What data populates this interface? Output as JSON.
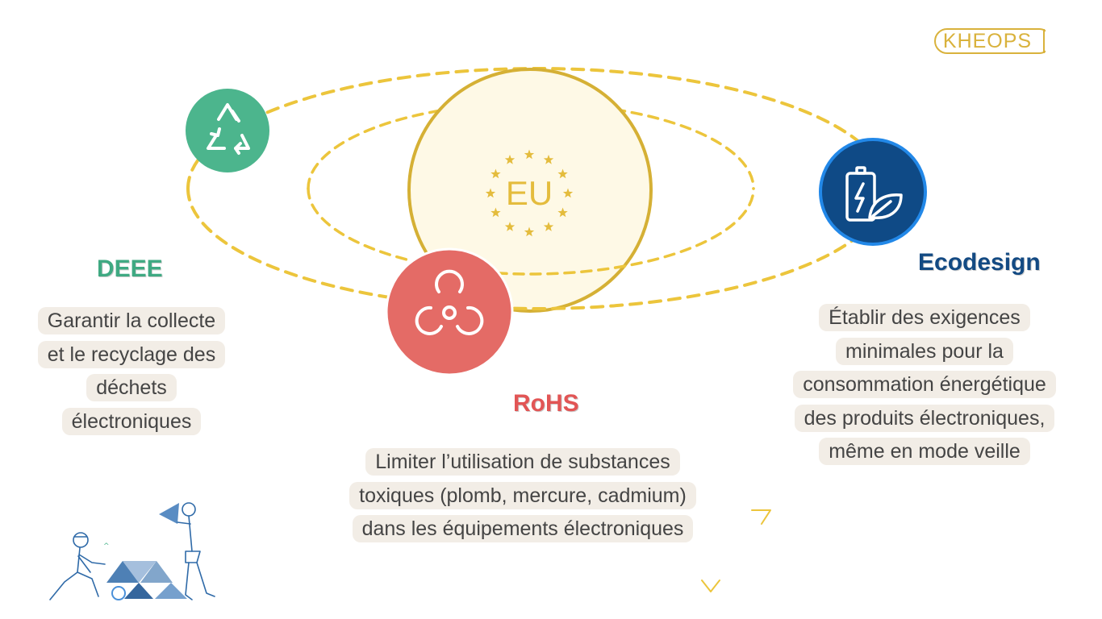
{
  "logo": {
    "text": "KHEOPS",
    "color": "#d9b23c"
  },
  "center": {
    "label": "EU",
    "star_count": 12
  },
  "items": [
    {
      "id": "deee",
      "title": "DEEE",
      "description_lines": [
        "Garantir la collecte",
        "et le recyclage des",
        "déchets",
        "électroniques"
      ],
      "icon": "recycle-icon",
      "color": "#4cb58d"
    },
    {
      "id": "rohs",
      "title": "RoHS",
      "description_lines": [
        "Limiter l’utilisation de substances",
        "toxiques (plomb, mercure, cadmium)",
        "dans les équipements électroniques"
      ],
      "icon": "biohazard-icon",
      "color": "#e46b66"
    },
    {
      "id": "ecodesign",
      "title": "Ecodesign",
      "description_lines": [
        "Établir des exigences",
        "minimales pour la",
        "consommation énergétique",
        "des produits électroniques,",
        "même en mode veille"
      ],
      "icon": "battery-leaf-icon",
      "color": "#0f4a86"
    }
  ],
  "colors": {
    "orbit": "#ecc53c",
    "globe_fill": "#fef9e6",
    "globe_stroke": "#d5b035",
    "text_bg": "#f2ede6",
    "accent_blue": "#2288e8"
  },
  "decorations": [
    "chevron-right-icon",
    "chevron-down-icon",
    "builders-illustration"
  ]
}
